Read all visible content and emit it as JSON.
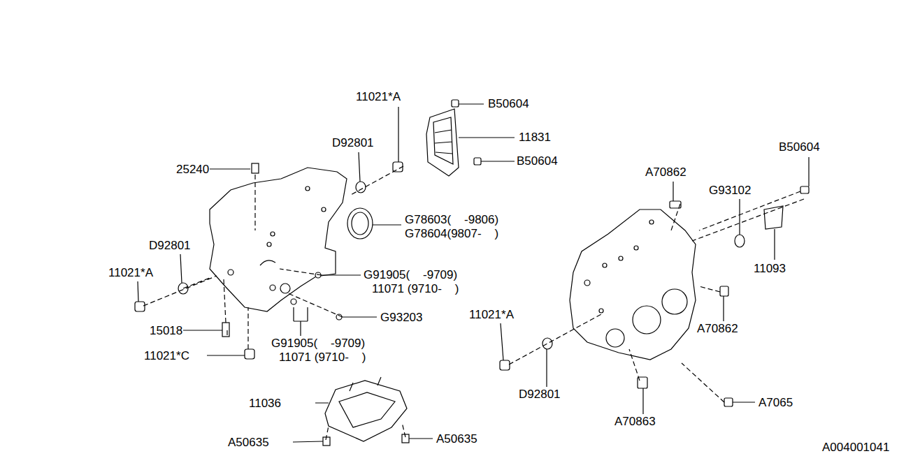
{
  "diagram": {
    "labels": [
      "11021*A",
      "B50604",
      "D92801",
      "11831",
      "25240",
      "B50604",
      "B50604",
      "A70862",
      "G93102",
      "G78603(    -9806)",
      "G78604(9807-    )",
      "D92801",
      "11093",
      "11021*A",
      "G91905(    -9709)",
      "11071 (9710-    )",
      "11021*A",
      "G93203",
      "A70862",
      "15018",
      "G91905(    -9709)",
      "11071 (9710-    )",
      "11021*C",
      "D92801",
      "11036",
      "A7065",
      "A70863",
      "A50635",
      "A50635",
      "A004001041"
    ]
  }
}
